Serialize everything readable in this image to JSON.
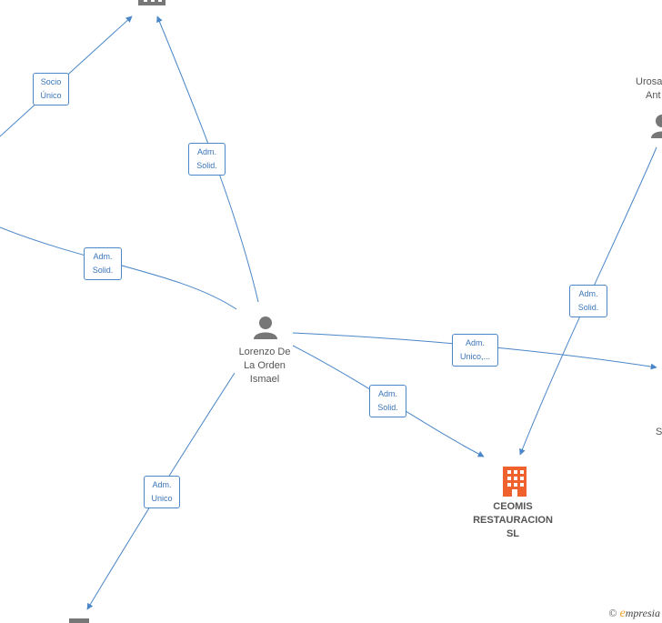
{
  "nodes": {
    "center_person": {
      "lines": [
        "Lorenzo De",
        "La Orden",
        "Ismael"
      ],
      "icon": "person-icon"
    },
    "ceomis": {
      "lines": [
        "CEOMIS",
        "RESTAURACION",
        "SL"
      ],
      "icon": "building-icon",
      "color": "#f0622d"
    },
    "top_right_person": {
      "lines": [
        "Urosa",
        "Ant"
      ],
      "icon": "person-icon"
    },
    "right_partial": {
      "text": "S"
    },
    "top_company": {
      "icon": "building-icon"
    },
    "bottom_company": {
      "icon": "building-icon"
    }
  },
  "edges": [
    {
      "id": "e1",
      "lines": [
        "Socio",
        "Único"
      ]
    },
    {
      "id": "e2",
      "lines": [
        "Adm.",
        "Solid."
      ]
    },
    {
      "id": "e3",
      "lines": [
        "Adm.",
        "Solid."
      ]
    },
    {
      "id": "e4",
      "lines": [
        "Adm.",
        "Unico,..."
      ]
    },
    {
      "id": "e5",
      "lines": [
        "Adm.",
        "Solid."
      ]
    },
    {
      "id": "e6",
      "lines": [
        "Adm.",
        "Solid."
      ]
    },
    {
      "id": "e7",
      "lines": [
        "Adm.",
        "Unico"
      ]
    }
  ],
  "footer": {
    "copyright": "©",
    "brand_initial": "e",
    "brand_rest": "mpresia"
  },
  "colors": {
    "edge": "#4a86c8",
    "icon_gray": "#777777",
    "company_accent": "#f0622d"
  }
}
